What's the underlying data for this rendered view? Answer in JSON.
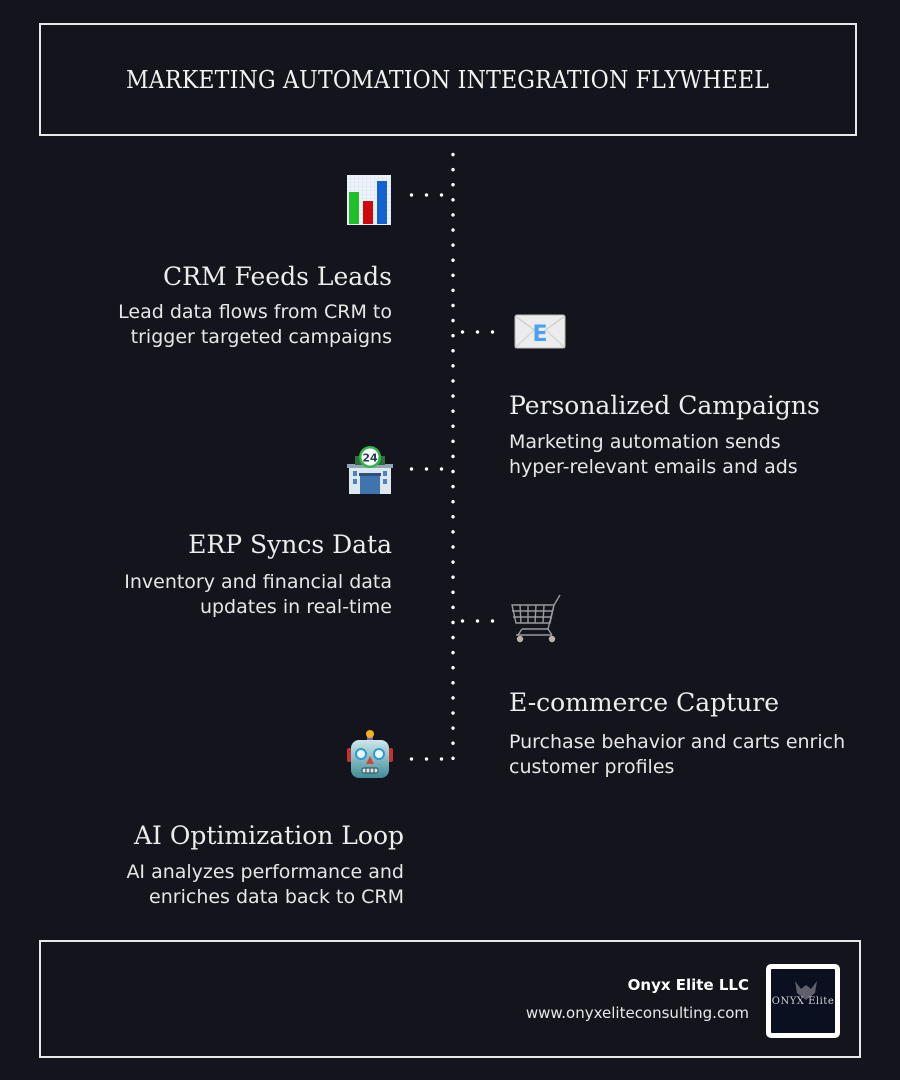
{
  "header": {
    "title": "MARKETING AUTOMATION INTEGRATION FLYWHEEL"
  },
  "steps": [
    {
      "side": "left",
      "icon": "bar-chart-icon",
      "title": "CRM Feeds Leads",
      "description_lines": [
        "Lead data flows from CRM to",
        "trigger targeted campaigns"
      ]
    },
    {
      "side": "right",
      "icon": "email-envelope-icon",
      "title": "Personalized Campaigns",
      "description_lines": [
        "Marketing automation sends",
        "hyper-relevant emails and ads"
      ]
    },
    {
      "side": "left",
      "icon": "convenience-store-24-icon",
      "title": "ERP Syncs Data",
      "description_lines": [
        "Inventory and financial data",
        "updates in real-time"
      ]
    },
    {
      "side": "right",
      "icon": "shopping-cart-icon",
      "title": "E-commerce Capture",
      "description_lines": [
        "Purchase behavior and carts enrich",
        "customer profiles"
      ]
    },
    {
      "side": "left",
      "icon": "robot-icon",
      "title": "AI Optimization Loop",
      "description_lines": [
        "AI analyzes performance and",
        "enriches data back to CRM"
      ]
    }
  ],
  "icons": {
    "store_badge": "24",
    "envelope_letter": "E"
  },
  "footer": {
    "company": "Onyx Elite LLC",
    "url": "www.onyxeliteconsulting.com",
    "logo_text": "ONYX Elite"
  },
  "colors": {
    "background": "#13141c",
    "border": "#e8e8e8",
    "text": "#ececec",
    "logo_bg": "#0b1020"
  }
}
